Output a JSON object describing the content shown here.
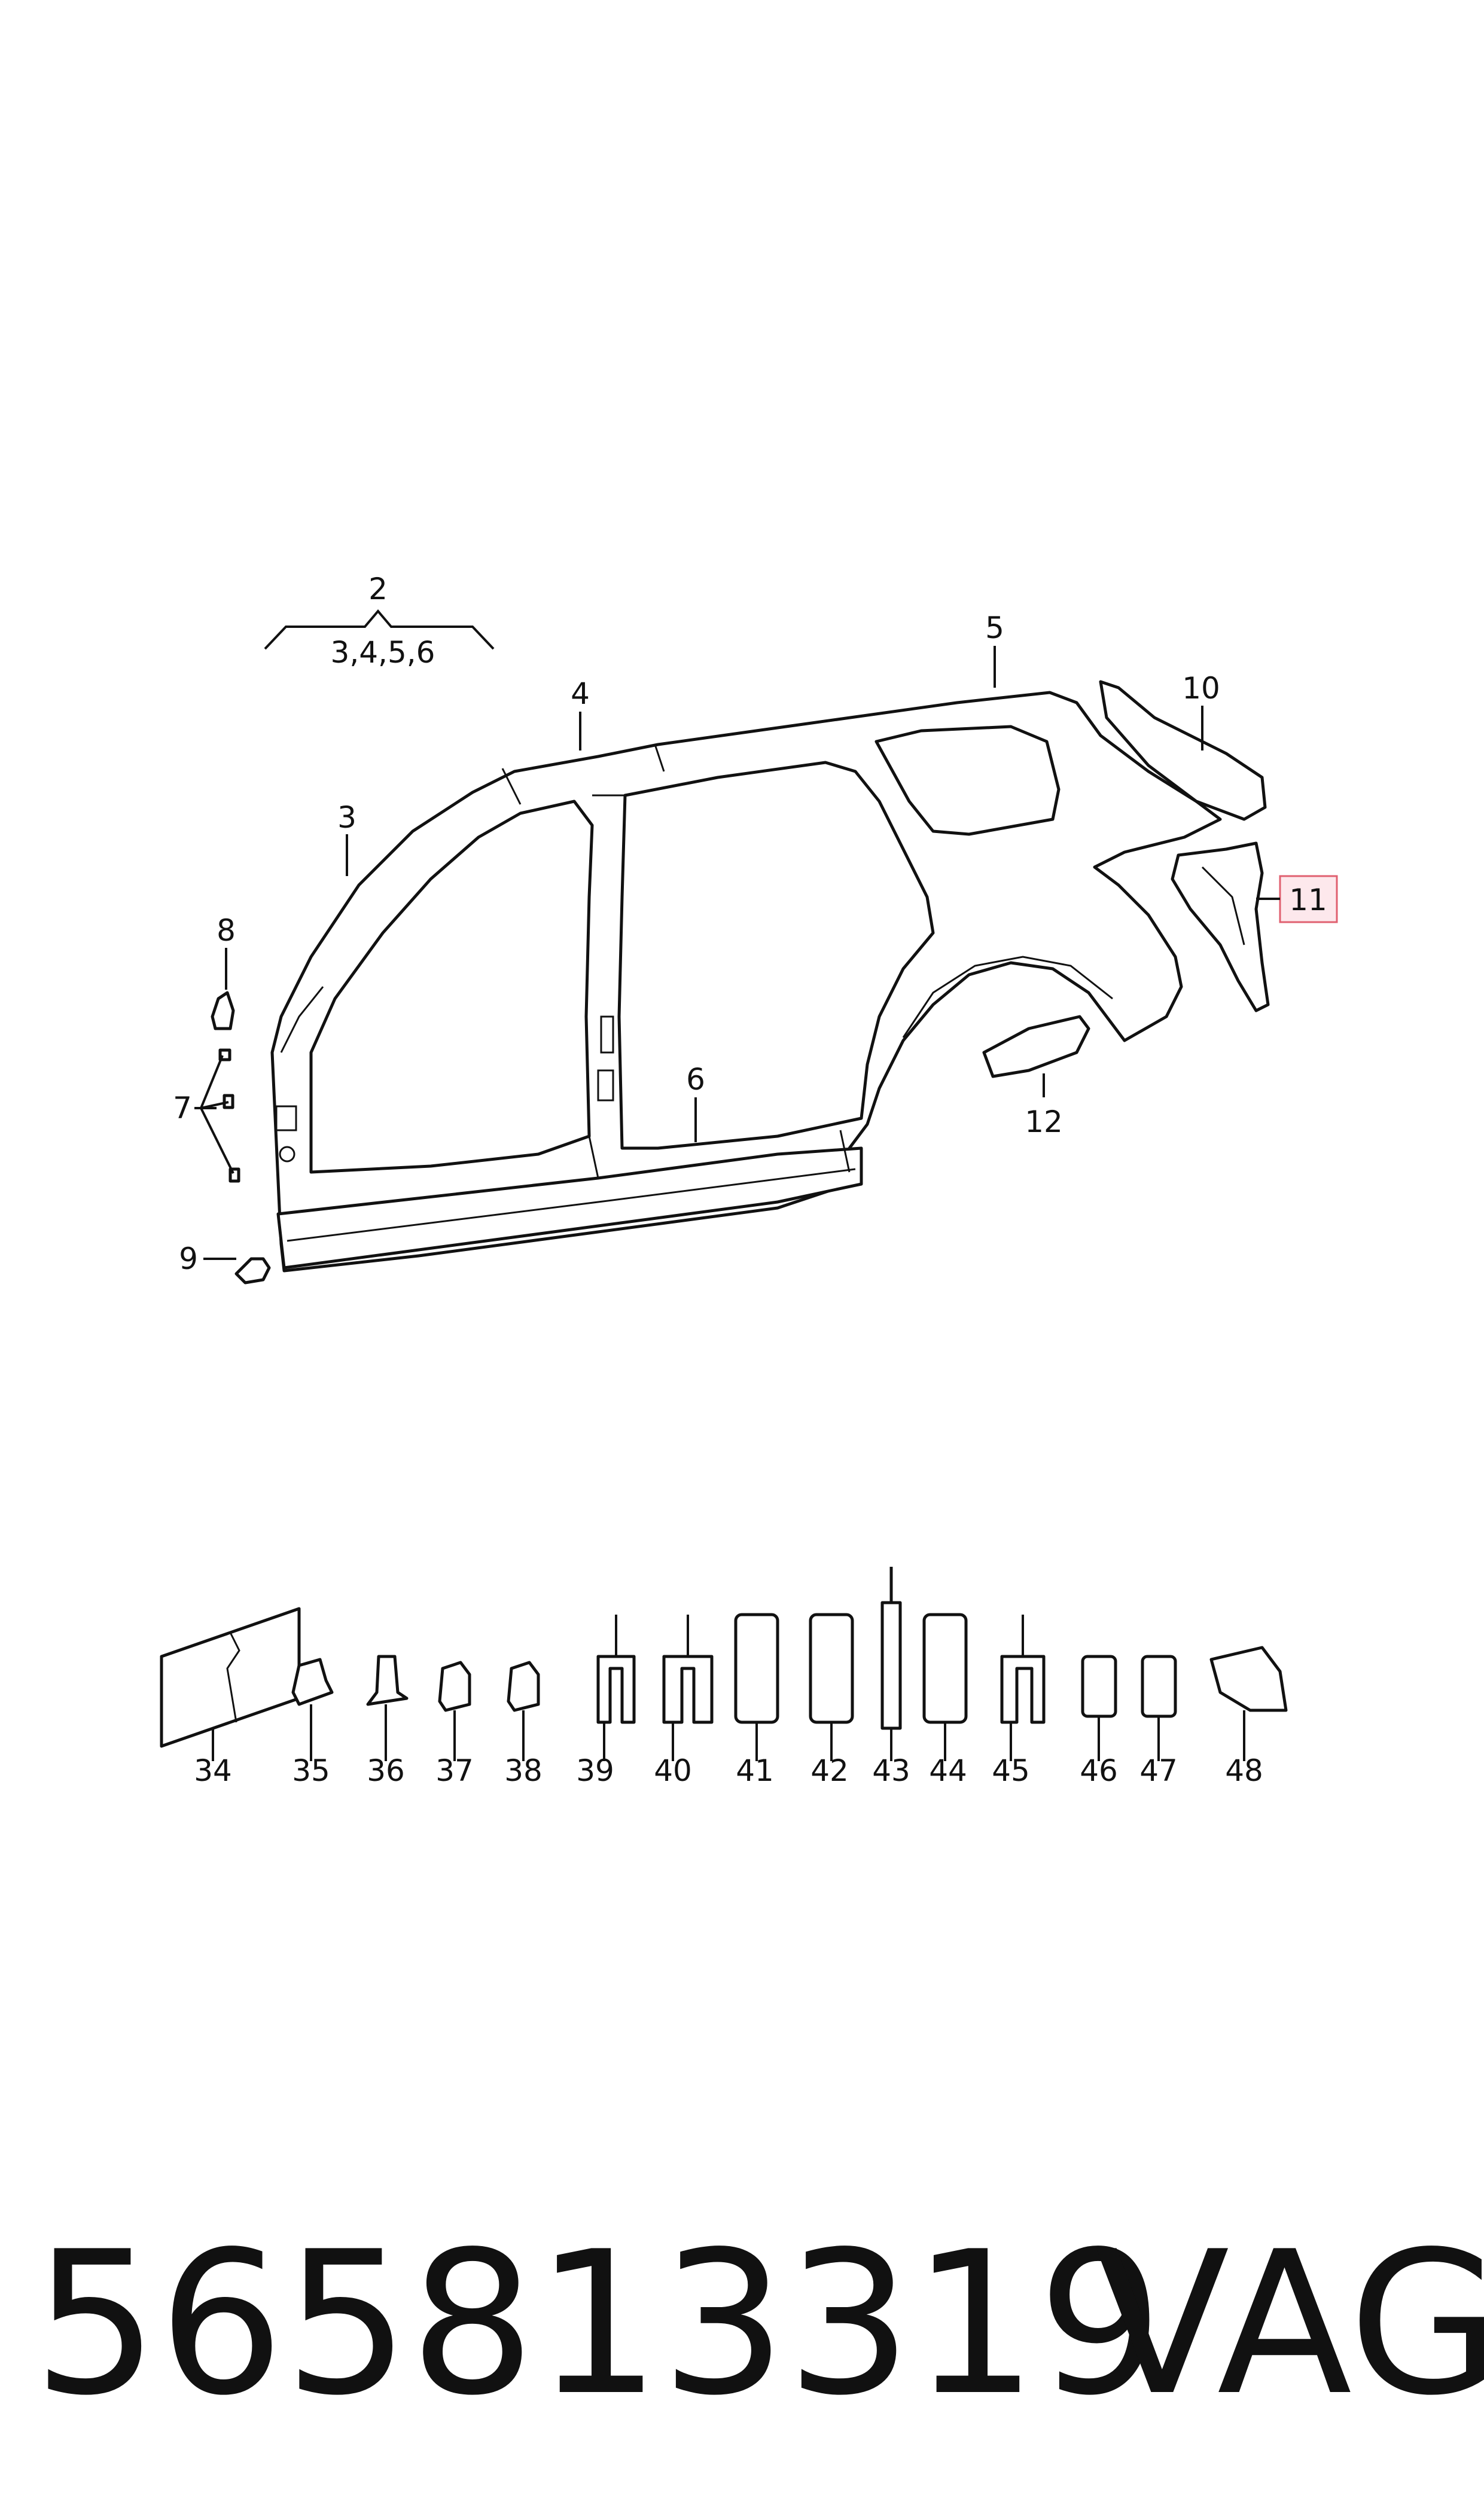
{
  "diagram": {
    "callouts": {
      "c2": "2",
      "c2sub": "3,4,5,6",
      "c3": "3",
      "c4": "4",
      "c5": "5",
      "c6": "6",
      "c7": "7",
      "c8": "8",
      "c9": "9",
      "c10": "10",
      "c11": "11",
      "c12": "12"
    },
    "highlight_color": "#e06070",
    "highlight_fill": "#fde8ec",
    "small_parts": [
      "34",
      "35",
      "36",
      "37",
      "38",
      "39",
      "40",
      "41",
      "42",
      "43",
      "44",
      "45",
      "46",
      "47",
      "48"
    ]
  },
  "footer": {
    "part_number": "565813319",
    "brand": "VAG"
  }
}
